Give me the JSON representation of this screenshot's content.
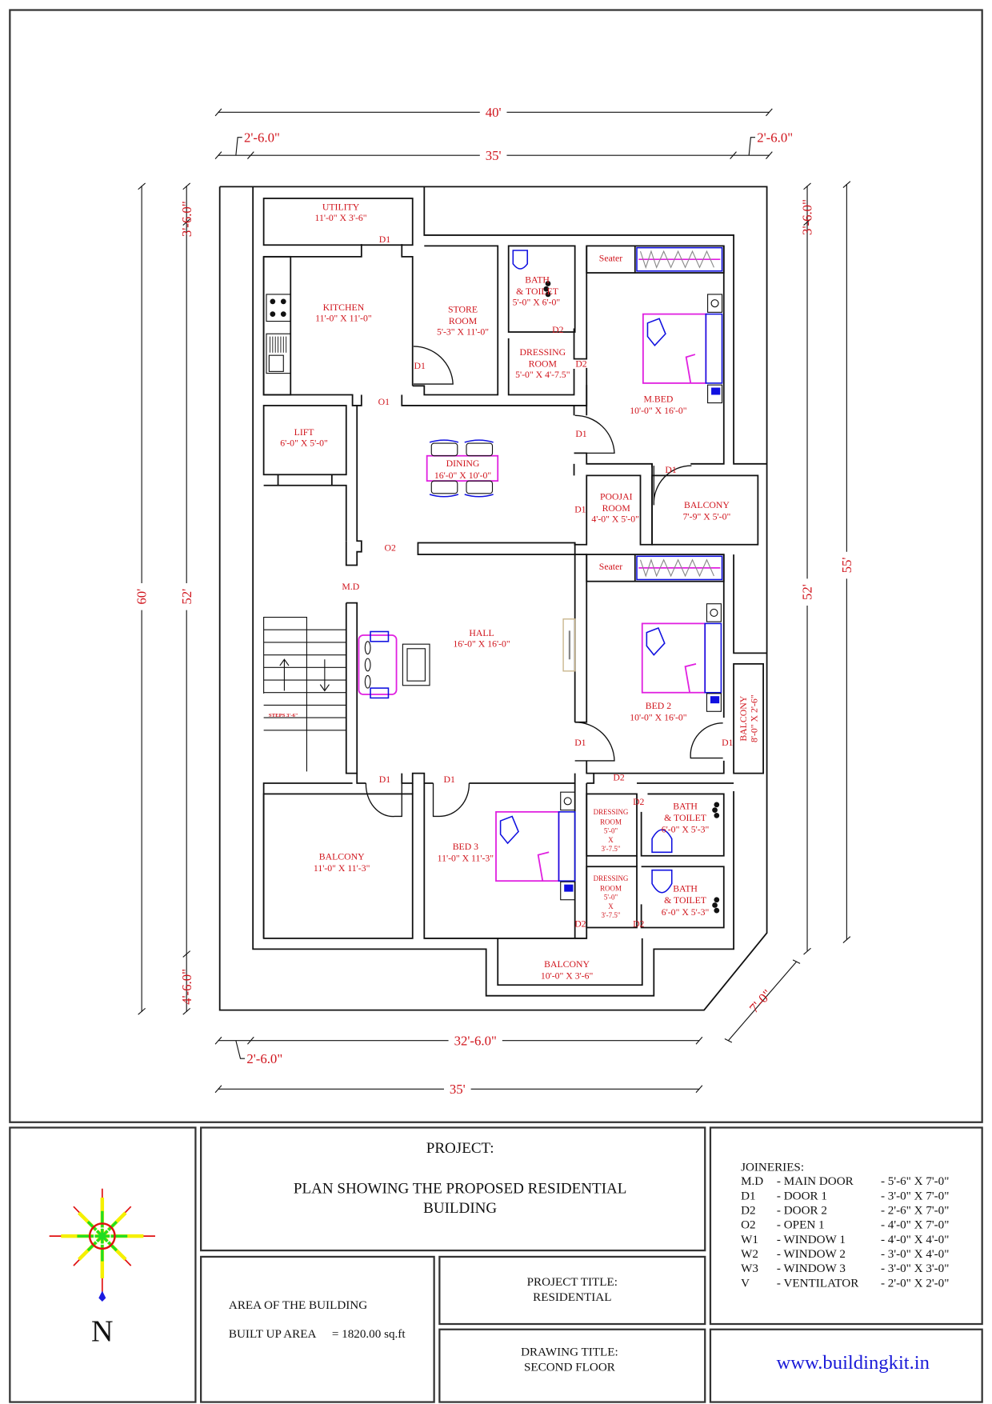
{
  "rooms": {
    "utility": {
      "name": "UTILITY",
      "size": "11'-0\" X 3'-6\""
    },
    "kitchen": {
      "name": "KITCHEN",
      "size": "11'-0\" X 11'-0\""
    },
    "store": {
      "name1": "STORE",
      "name2": "ROOM",
      "size": "5'-3\" X 11'-0\""
    },
    "bath1": {
      "name1": "BATH",
      "name2": "& TOILET",
      "size": "5'-0\" X 6'-0\""
    },
    "dressing1": {
      "name1": "DRESSING",
      "name2": "ROOM",
      "size": "5'-0\" X 4'-7.5\""
    },
    "mbed": {
      "name": "M.BED",
      "size": "10'-0\" X 16'-0\"",
      "seater": "Seater"
    },
    "lift": {
      "name": "LIFT",
      "size": "6'-0\" X 5'-0\""
    },
    "dining": {
      "name": "DINING",
      "size": "16'-0\" X 10'-0\""
    },
    "poojai": {
      "name1": "POOJAI",
      "name2": "ROOM",
      "size": "4'-0\" X 5'-0\""
    },
    "balcony_mbed": {
      "name": "BALCONY",
      "size": "7'-9\" X 5'-0\""
    },
    "hall": {
      "name": "HALL",
      "size": "16'-0\" X  16'-0\""
    },
    "bed2": {
      "name": "BED 2",
      "size": "10'-0\" X 16'-0\"",
      "seater": "Seater"
    },
    "balcony_bed2": {
      "name": "BALCONY",
      "size": "8'-0\" X 2'-6\""
    },
    "balcony_left": {
      "name": "BALCONY",
      "size": "11'-0\" X 11'-3\""
    },
    "bed3": {
      "name": "BED 3",
      "size": "11'-0\" X 11'-3\""
    },
    "dressing2": {
      "name1": "DRESSING",
      "name2": "ROOM",
      "w": "5'-0\"",
      "x": "X",
      "h": "3'-7.5\""
    },
    "dressing3": {
      "name1": "DRESSING",
      "name2": "ROOM",
      "w": "5'-0\"",
      "x": "X",
      "h": "3'-7.5\""
    },
    "bath2": {
      "name1": "BATH",
      "name2": "& TOILET",
      "size": "6'-0\" X 5'-3\""
    },
    "bath3": {
      "name1": "BATH",
      "name2": "& TOILET",
      "size": "6'-0\" X 5'-3\""
    },
    "balcony_bottom": {
      "name": "BALCONY",
      "size": "10'-0\" X 3'-6\""
    },
    "steps": "STEPS 3'-6\""
  },
  "openings": {
    "d1": "D1",
    "d2": "D2",
    "o1": "O1",
    "o2": "O2",
    "md": "M.D"
  },
  "dimensions": {
    "top_overall": "40'",
    "top_inner": "35'",
    "top_left_offset": "2'-6.0\"",
    "top_right_offset": "2'-6.0\"",
    "left_overall": "60'",
    "left_inner": "52'",
    "left_top_offset": "3'-6.0\"",
    "left_bottom_offset": "4'-6.0\"",
    "right_inner": "52'",
    "right_overall": "55'",
    "right_top_offset": "3'-6.0\"",
    "chamfer": "7'-0\"",
    "bottom_inner": "32'-6.0\"",
    "bottom_offset": "2'-6.0\"",
    "bottom_overall": "35'"
  },
  "title_block": {
    "north_label": "N",
    "project_label": "PROJECT:",
    "project_line1": "PLAN SHOWING THE PROPOSED RESIDENTIAL",
    "project_line2": "BUILDING",
    "area_heading": "AREA OF THE BUILDING",
    "built_up_label": "BUILT UP AREA",
    "built_up_value": "= 1820.00 sq.ft",
    "project_title_label": "PROJECT TITLE:",
    "project_title_value": "RESIDENTIAL",
    "drawing_title_label": "DRAWING TITLE:",
    "drawing_title_value": "SECOND FLOOR",
    "website": "www.buildingkit.in"
  },
  "joineries": {
    "heading": "JOINERIES:",
    "items": [
      {
        "code": "M.D",
        "name": "- MAIN DOOR",
        "size": "- 5'-6\" X 7'-0\""
      },
      {
        "code": "D1",
        "name": "- DOOR 1",
        "size": "- 3'-0\" X 7'-0\""
      },
      {
        "code": "D2",
        "name": "- DOOR 2",
        "size": "- 2'-6\" X 7'-0\""
      },
      {
        "code": "O2",
        "name": "- OPEN 1",
        "size": "- 4'-0\" X 7'-0\""
      },
      {
        "code": "W1",
        "name": "- WINDOW 1",
        "size": "- 4'-0\" X 4'-0\""
      },
      {
        "code": "W2",
        "name": "- WINDOW 2",
        "size": "- 3'-0\" X 4'-0\""
      },
      {
        "code": "W3",
        "name": "- WINDOW 3",
        "size": "- 3'-0\" X 3'-0\""
      },
      {
        "code": "V",
        "name": "- VENTILATOR",
        "size": "- 2'-0\" X 2'-0\""
      }
    ]
  },
  "colors": {
    "label": "#d0141c",
    "furniture_magenta": "#e020e0",
    "furniture_blue": "#1010e0",
    "link": "#1a1ad8"
  }
}
